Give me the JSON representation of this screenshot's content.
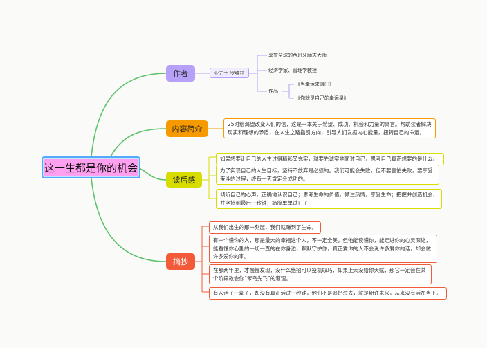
{
  "central": "这一生都是你的机会",
  "author": {
    "label": "作者",
    "name": "亚力士·罗维拉",
    "facts": [
      "享誉全球的西班牙励志大师",
      "经济学家、管理学教授"
    ],
    "works_label": "作品",
    "works": [
      "《当幸运来敲门》",
      "《你就是自己的幸运星》"
    ]
  },
  "summary": {
    "label": "内容简介",
    "text": "25时给渴望改变人们的信，这是一本关于希望、成功、机会和力量的寓言。帮助读者解决现实和理想的矛盾，在人生之路指引方向，引导人们发掘内心能量，扭转自己的命运。"
  },
  "thoughts": {
    "label": "读后感",
    "items": [
      "如果想要让自己的人生过得精彩又充实，就要先诚实地面对自己，思考自己真正想要的是什么。",
      "为了实现自己的人生目标，坚持不放弃是必须的。我们可能会失败，但不要害怕失败，要享受奋斗的过程，终有一天肯定会成功的。",
      "倾听自己的心声，正确地认识自己；思考生命的价值，倾注热情，享受生命；把握并创造机会，并坚持到最后一秒钟；简简单单过日子"
    ]
  },
  "excerpts": {
    "label": "摘抄",
    "items": [
      "从我们出生的那一刻起，我们就赚到了生命。",
      "有一个懂你的人，那是最大的幸福这个人，不一定全美，但他能读懂你，能走进你的心灵深处，能看懂你心里的一切一直的在你身边，默默守护你，真正爱你的人不会说许多爱你的话，却会做许多爱你的事。",
      "在那两年里，才慢慢发现，没什么绝招可以投机取巧，如果上天没给你天赋，那它一定会在某个阶段教会你“笨鸟先飞”的道理。",
      "有人活了一辈子，却没有真正活过一秒钟，他们不是追忆过去，就是期许未来，从来没有活在当下。"
    ]
  },
  "colors": {
    "line": "#5cc26a",
    "author": "#b7a0f7",
    "summary": "#f79a00",
    "thoughts": "#d7dd00",
    "excerpt": "#f25a3a",
    "central_fill": "#ff9ff0",
    "central_border": "#55aaff"
  }
}
